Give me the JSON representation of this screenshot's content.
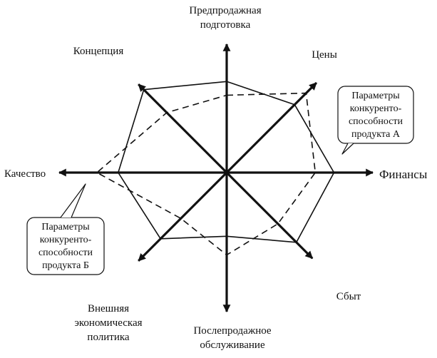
{
  "axes": [
    {
      "id": "presale",
      "label_lines": [
        "Предпродажная",
        "подготовка"
      ]
    },
    {
      "id": "prices",
      "label_lines": [
        "Цены"
      ]
    },
    {
      "id": "finance",
      "label_lines": [
        "Финансы"
      ]
    },
    {
      "id": "sales",
      "label_lines": [
        "Сбыт"
      ]
    },
    {
      "id": "aftersale",
      "label_lines": [
        "Послепродажное",
        "обслуживание"
      ]
    },
    {
      "id": "foreign",
      "label_lines": [
        "Внешняя",
        "экономическая",
        "политика"
      ]
    },
    {
      "id": "quality",
      "label_lines": [
        "Качество"
      ]
    },
    {
      "id": "concept",
      "label_lines": [
        "Концепция"
      ]
    }
  ],
  "series": [
    {
      "id": "product_a",
      "style": "solid",
      "values": [
        0.73,
        0.77,
        0.86,
        0.79,
        0.51,
        0.75,
        0.87,
        0.94
      ]
    },
    {
      "id": "product_b",
      "style": "dashed",
      "values": [
        0.62,
        0.9,
        0.71,
        0.58,
        0.66,
        0.52,
        1.04,
        0.68
      ]
    }
  ],
  "callouts": [
    {
      "id": "callout_a",
      "series": "product_a",
      "lines": [
        "Параметры",
        "конкуренто-",
        "способности",
        "продукта А"
      ]
    },
    {
      "id": "callout_b",
      "series": "product_b",
      "lines": [
        "Параметры",
        "конкуренто-",
        "способности",
        "продукта Б"
      ]
    }
  ],
  "colors": {
    "ink": "#111111",
    "background": "#ffffff"
  }
}
